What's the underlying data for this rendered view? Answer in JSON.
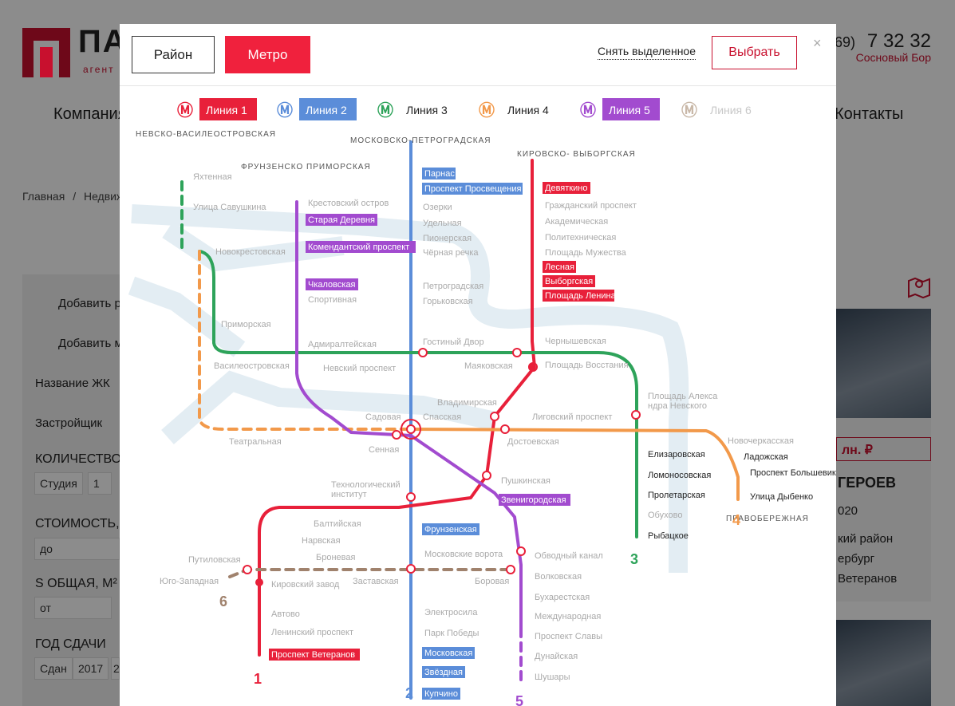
{
  "background": {
    "logo_text": "ПА",
    "logo_sub": "агент",
    "phone_prefix": "69)",
    "phone": "7 32 32",
    "city": "Сосновый Бор",
    "nav": [
      "Компания",
      "Контакты"
    ],
    "breadcrumb": [
      "Главная",
      "/",
      "Недвиж"
    ],
    "filter": {
      "add_district": "Добавить р",
      "add_metro": "Добавить м",
      "complex_name": "Название ЖК",
      "developer": "Застройщик",
      "rooms_label": "КОЛИЧЕСТВО",
      "rooms_opts": [
        "Студия",
        "1"
      ],
      "price_label": "СТОИМОСТЬ,",
      "price_to": "до",
      "area_label": "S ОБЩАЯ, М²",
      "area_from": "от",
      "year_label": "ГОД СДАЧИ",
      "year_opts": [
        "Сдан",
        "2017",
        "2"
      ]
    },
    "card": {
      "price": "лн. ₽",
      "title": "ГЕРОЕВ",
      "year": "020",
      "district": "кий район",
      "city": "ербург",
      "street": "Ветеранов"
    }
  },
  "modal": {
    "tab_district": "Район",
    "tab_metro": "Метро",
    "clear_label": "Снять выделенное",
    "choose_label": "Выбрать",
    "close_glyph": "×",
    "legend": [
      {
        "label": "Линия 1",
        "color": "#e8203a",
        "selected": true
      },
      {
        "label": "Линия 2",
        "color": "#5b8dd9",
        "selected": true
      },
      {
        "label": "Линия 3",
        "color": "#2ea35a",
        "selected": false
      },
      {
        "label": "Линия 4",
        "color": "#f2994a",
        "selected": false
      },
      {
        "label": "Линия 5",
        "color": "#a24bcf",
        "selected": true
      },
      {
        "label": "Линия 6",
        "color": "#a0826d",
        "selected": false,
        "disabled": true
      }
    ],
    "line_titles": [
      "НЕВСКО-ВАСИЛЕОСТРОВСКАЯ",
      "МОСКОВСКО-ПЕТРОГРАДСКАЯ",
      "ФРУНЗЕНСКО ПРИМОРСКАЯ",
      "КИРОВСКО- ВЫБОРГСКАЯ",
      "ПРАВОБЕРЕЖНАЯ"
    ],
    "line_numbers": [
      "1",
      "2",
      "3",
      "4",
      "5",
      "6"
    ],
    "stations": {
      "l1": [
        "Девяткино",
        "Гражданский проспект",
        "Академическая",
        "Политехническая",
        "Площадь Мужества",
        "Лесная",
        "Выборгская",
        "Площадь Ленина",
        "Чернышевская",
        "Площадь Восстания",
        "Владимирская",
        "Пушкинская",
        "Технологический институт",
        "Балтийская",
        "Нарвская",
        "Кировский завод",
        "Автово",
        "Ленинский проспект",
        "Проспект Ветеранов"
      ],
      "l1_selected": [
        "Девяткино",
        "Лесная",
        "Выборгская",
        "Площадь Ленина",
        "Проспект Ветеранов"
      ],
      "l2": [
        "Парнас",
        "Проспект Просвещения",
        "Озерки",
        "Удельная",
        "Пионерская",
        "Чёрная речка",
        "Петроградская",
        "Горьковская",
        "Невский проспект",
        "Сенная",
        "Фрунзенская",
        "Московские ворота",
        "Электросила",
        "Парк Победы",
        "Московская",
        "Звёздная",
        "Купчино"
      ],
      "l2_selected": [
        "Парнас",
        "Проспект Просвещения",
        "Фрунзенская",
        "Московская",
        "Звёздная",
        "Купчино"
      ],
      "l3": [
        "Яхтенная",
        "Улица Савушкина",
        "Новокрестовская",
        "Приморская",
        "Василеостровская",
        "Гостиный Двор",
        "Маяковская",
        "Площадь Александра Невского",
        "Елизаровская",
        "Ломоносовская",
        "Пролетарская",
        "Обухово",
        "Рыбацкое"
      ],
      "l4": [
        "Театральная",
        "Садовая",
        "Спасская",
        "Достоевская",
        "Лиговский проспект",
        "Новочеркасская",
        "Ладожская",
        "Проспект Большевиков",
        "Улица Дыбенко"
      ],
      "l5": [
        "Крестовский остров",
        "Старая Деревня",
        "Комендантский проспект",
        "Чкаловская",
        "Спортивная",
        "Адмиралтейская",
        "Звенигородская",
        "Обводный канал",
        "Волковская",
        "Бухарестская",
        "Международная",
        "Проспект Славы",
        "Дунайская",
        "Шушары"
      ],
      "l5_selected": [
        "Старая Деревня",
        "Комендантский проспект",
        "Чкаловская",
        "Звенигородская"
      ],
      "l6": [
        "Путиловская",
        "Юго-Западная",
        "Броневая",
        "Заставская",
        "Боровая"
      ]
    }
  }
}
